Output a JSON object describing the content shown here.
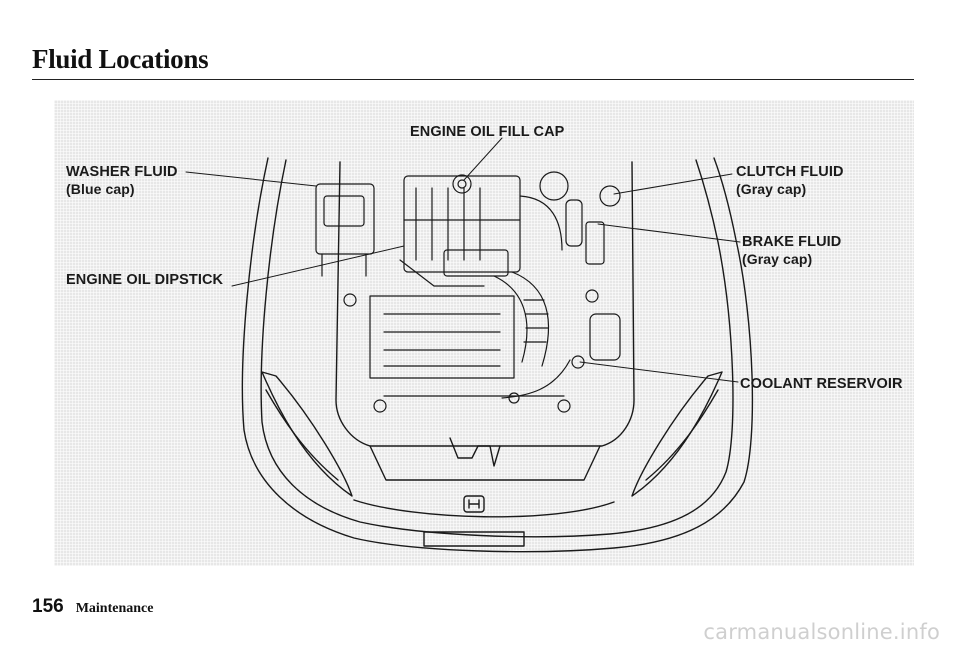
{
  "header": {
    "title": "Fluid Locations"
  },
  "figure": {
    "callouts": {
      "engine_oil_fill_cap": {
        "label": "ENGINE OIL FILL CAP"
      },
      "washer_fluid": {
        "label": "WASHER FLUID",
        "sub": "(Blue cap)"
      },
      "engine_oil_dipstick": {
        "label": "ENGINE OIL DIPSTICK"
      },
      "clutch_fluid": {
        "label": "CLUTCH FLUID",
        "sub": "(Gray cap)"
      },
      "brake_fluid": {
        "label": "BRAKE FLUID",
        "sub": "(Gray cap)"
      },
      "coolant_reservoir": {
        "label": "COOLANT RESERVOIR"
      }
    }
  },
  "footer": {
    "page_number": "156",
    "section": "Maintenance"
  },
  "watermark": {
    "text": "carmanualsonline.info"
  }
}
